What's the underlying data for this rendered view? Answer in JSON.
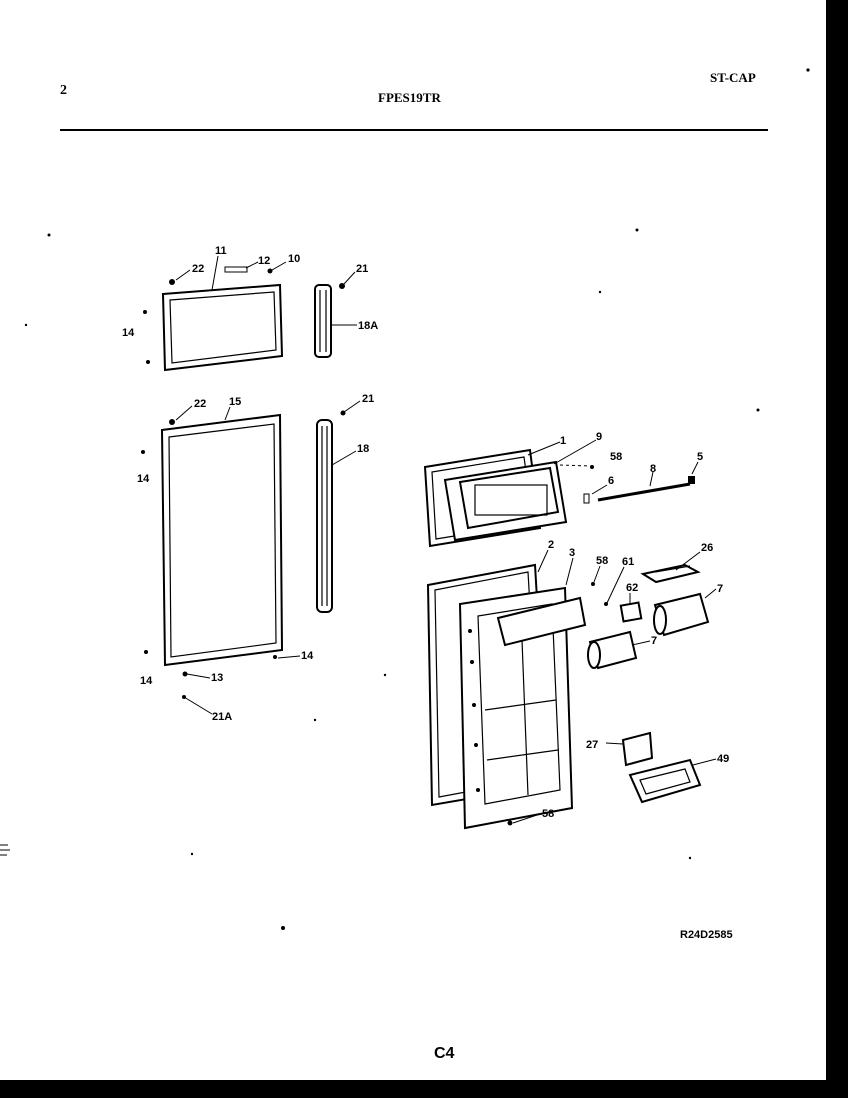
{
  "header": {
    "page_number": "2",
    "model": "FPES19TR",
    "section_code": "ST-CAP"
  },
  "footer": {
    "drawing_number": "R24D2585",
    "page_code": "C4"
  },
  "callouts": {
    "c1": "1",
    "c2": "2",
    "c3": "3",
    "c5": "5",
    "c6": "6",
    "c7a": "7",
    "c7b": "7",
    "c8": "8",
    "c9": "9",
    "c10": "10",
    "c11": "11",
    "c12": "12",
    "c13": "13",
    "c14a": "14",
    "c14b": "14",
    "c14c": "14",
    "c14d": "14",
    "c15": "15",
    "c18": "18",
    "c18a": "18A",
    "c21a": "21",
    "c21b": "21",
    "c21c": "21A",
    "c22a": "22",
    "c22b": "22",
    "c26": "26",
    "c27": "27",
    "c49": "49",
    "c58a": "58",
    "c58b": "58",
    "c58c": "58",
    "c61": "61",
    "c62": "62"
  },
  "colors": {
    "background": "#000000",
    "paper": "#ffffff",
    "ink": "#000000"
  }
}
